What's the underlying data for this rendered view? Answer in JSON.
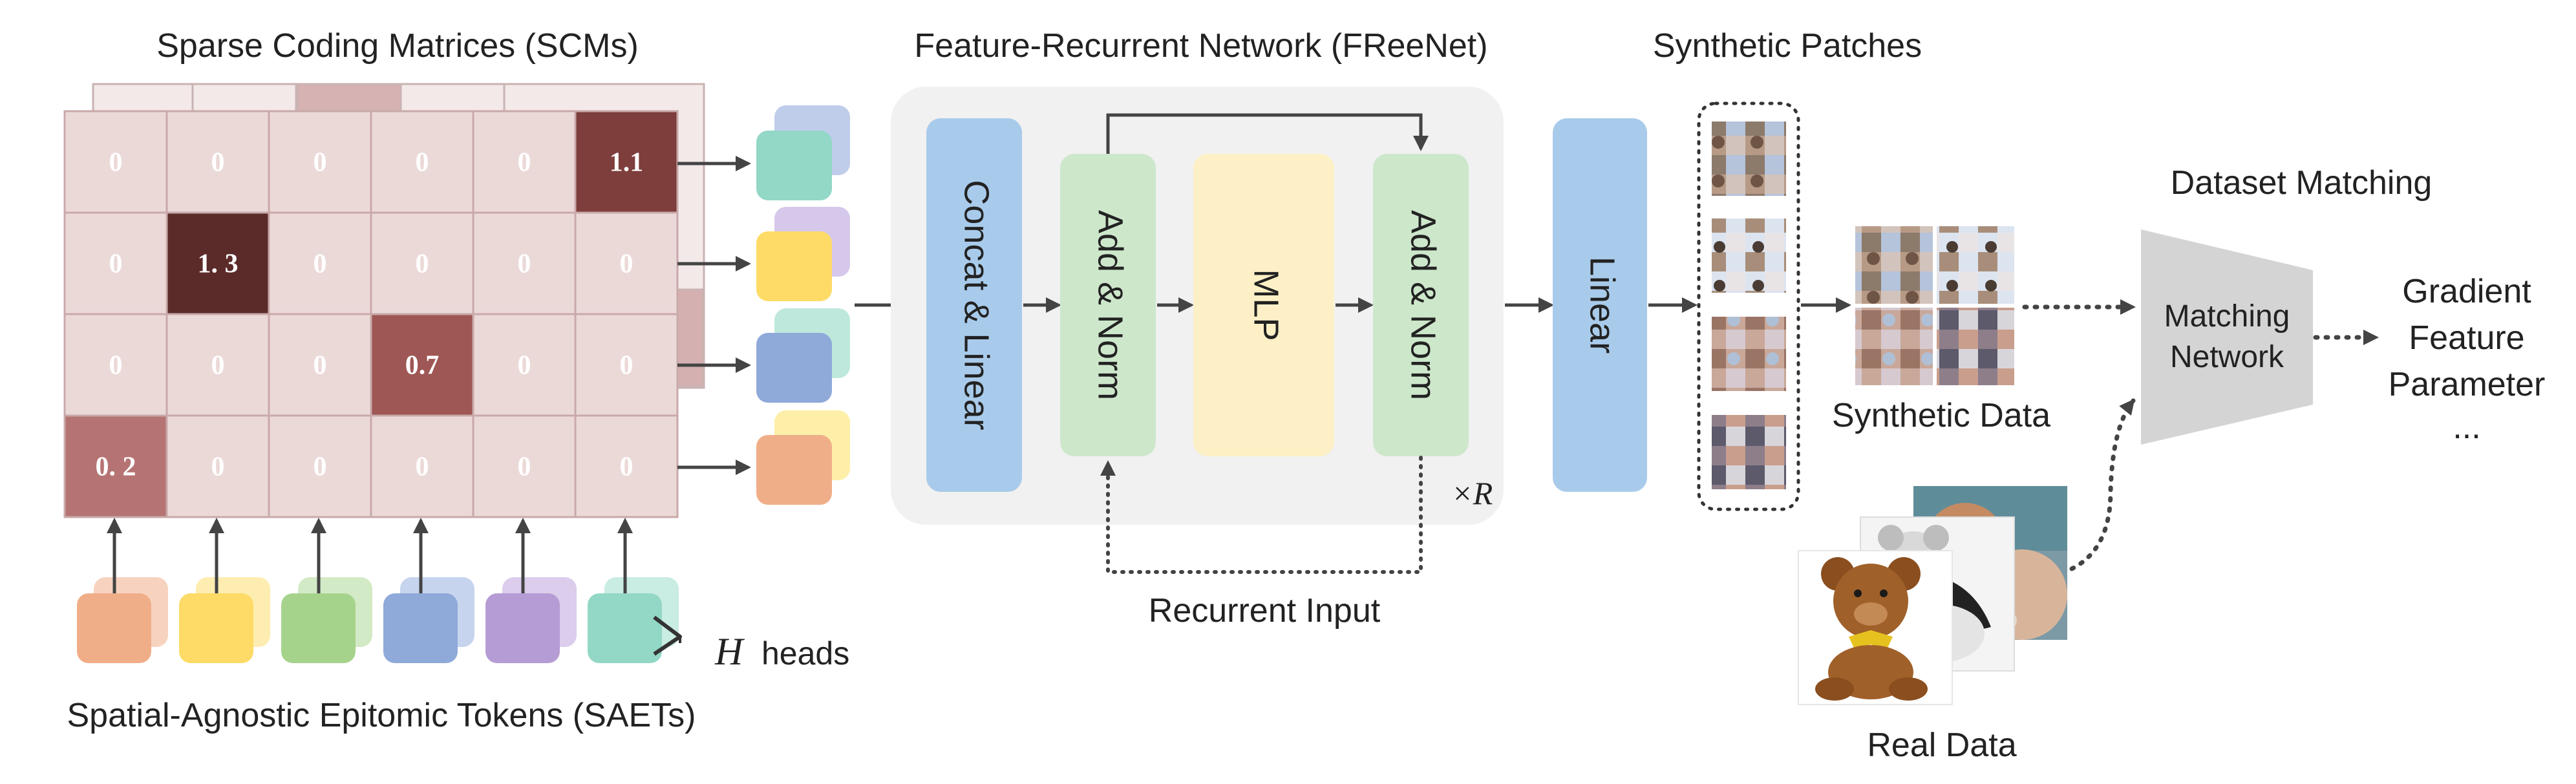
{
  "sections": {
    "scms_title": "Sparse Coding Matrices (SCMs)",
    "saets_label": "Spatial-Agnostic Epitomic Tokens (SAETs)",
    "heads_var": "H",
    "heads_word": "heads",
    "freenet_title": "Feature-Recurrent Network (FReeNet)",
    "synthetic_patches_title": "Synthetic Patches",
    "dataset_matching_title": "Dataset Matching",
    "synthetic_data_label": "Synthetic Data",
    "real_data_label": "Real Data",
    "recurrent_input_label": "Recurrent Input",
    "repeat_label": "×R"
  },
  "scm_matrix": [
    [
      "0",
      "0",
      "0",
      "0",
      "0",
      "1.1"
    ],
    [
      "0",
      "1. 3",
      "0",
      "0",
      "0",
      "0"
    ],
    [
      "0",
      "0",
      "0",
      "0.7",
      "0",
      "0"
    ],
    [
      "0. 2",
      "0",
      "0",
      "0",
      "0",
      "0"
    ]
  ],
  "freenet_blocks": {
    "concat_linear": "Concat & Linear",
    "add_norm_1": "Add & Norm",
    "mlp": "MLP",
    "add_norm_2": "Add & Norm"
  },
  "linear_block": "Linear",
  "matching_network": [
    "Matching",
    "Network"
  ],
  "outputs": [
    "Gradient",
    "Feature",
    "Parameter",
    "..."
  ],
  "colors": {
    "token_orange": "#F0AE88",
    "token_yellow": "#FDDB66",
    "token_green": "#A6D38C",
    "token_blue": "#8FA9D9",
    "token_purple": "#B69CD4",
    "token_teal": "#93D7C6",
    "scm_cell": "#EBD9D8",
    "block_blue": "#A9CBEB",
    "block_green": "#CDE7CB",
    "block_yellow": "#FDF0C7",
    "panel_gray": "#F1F1F1",
    "matching_gray": "#D4D4D4"
  }
}
